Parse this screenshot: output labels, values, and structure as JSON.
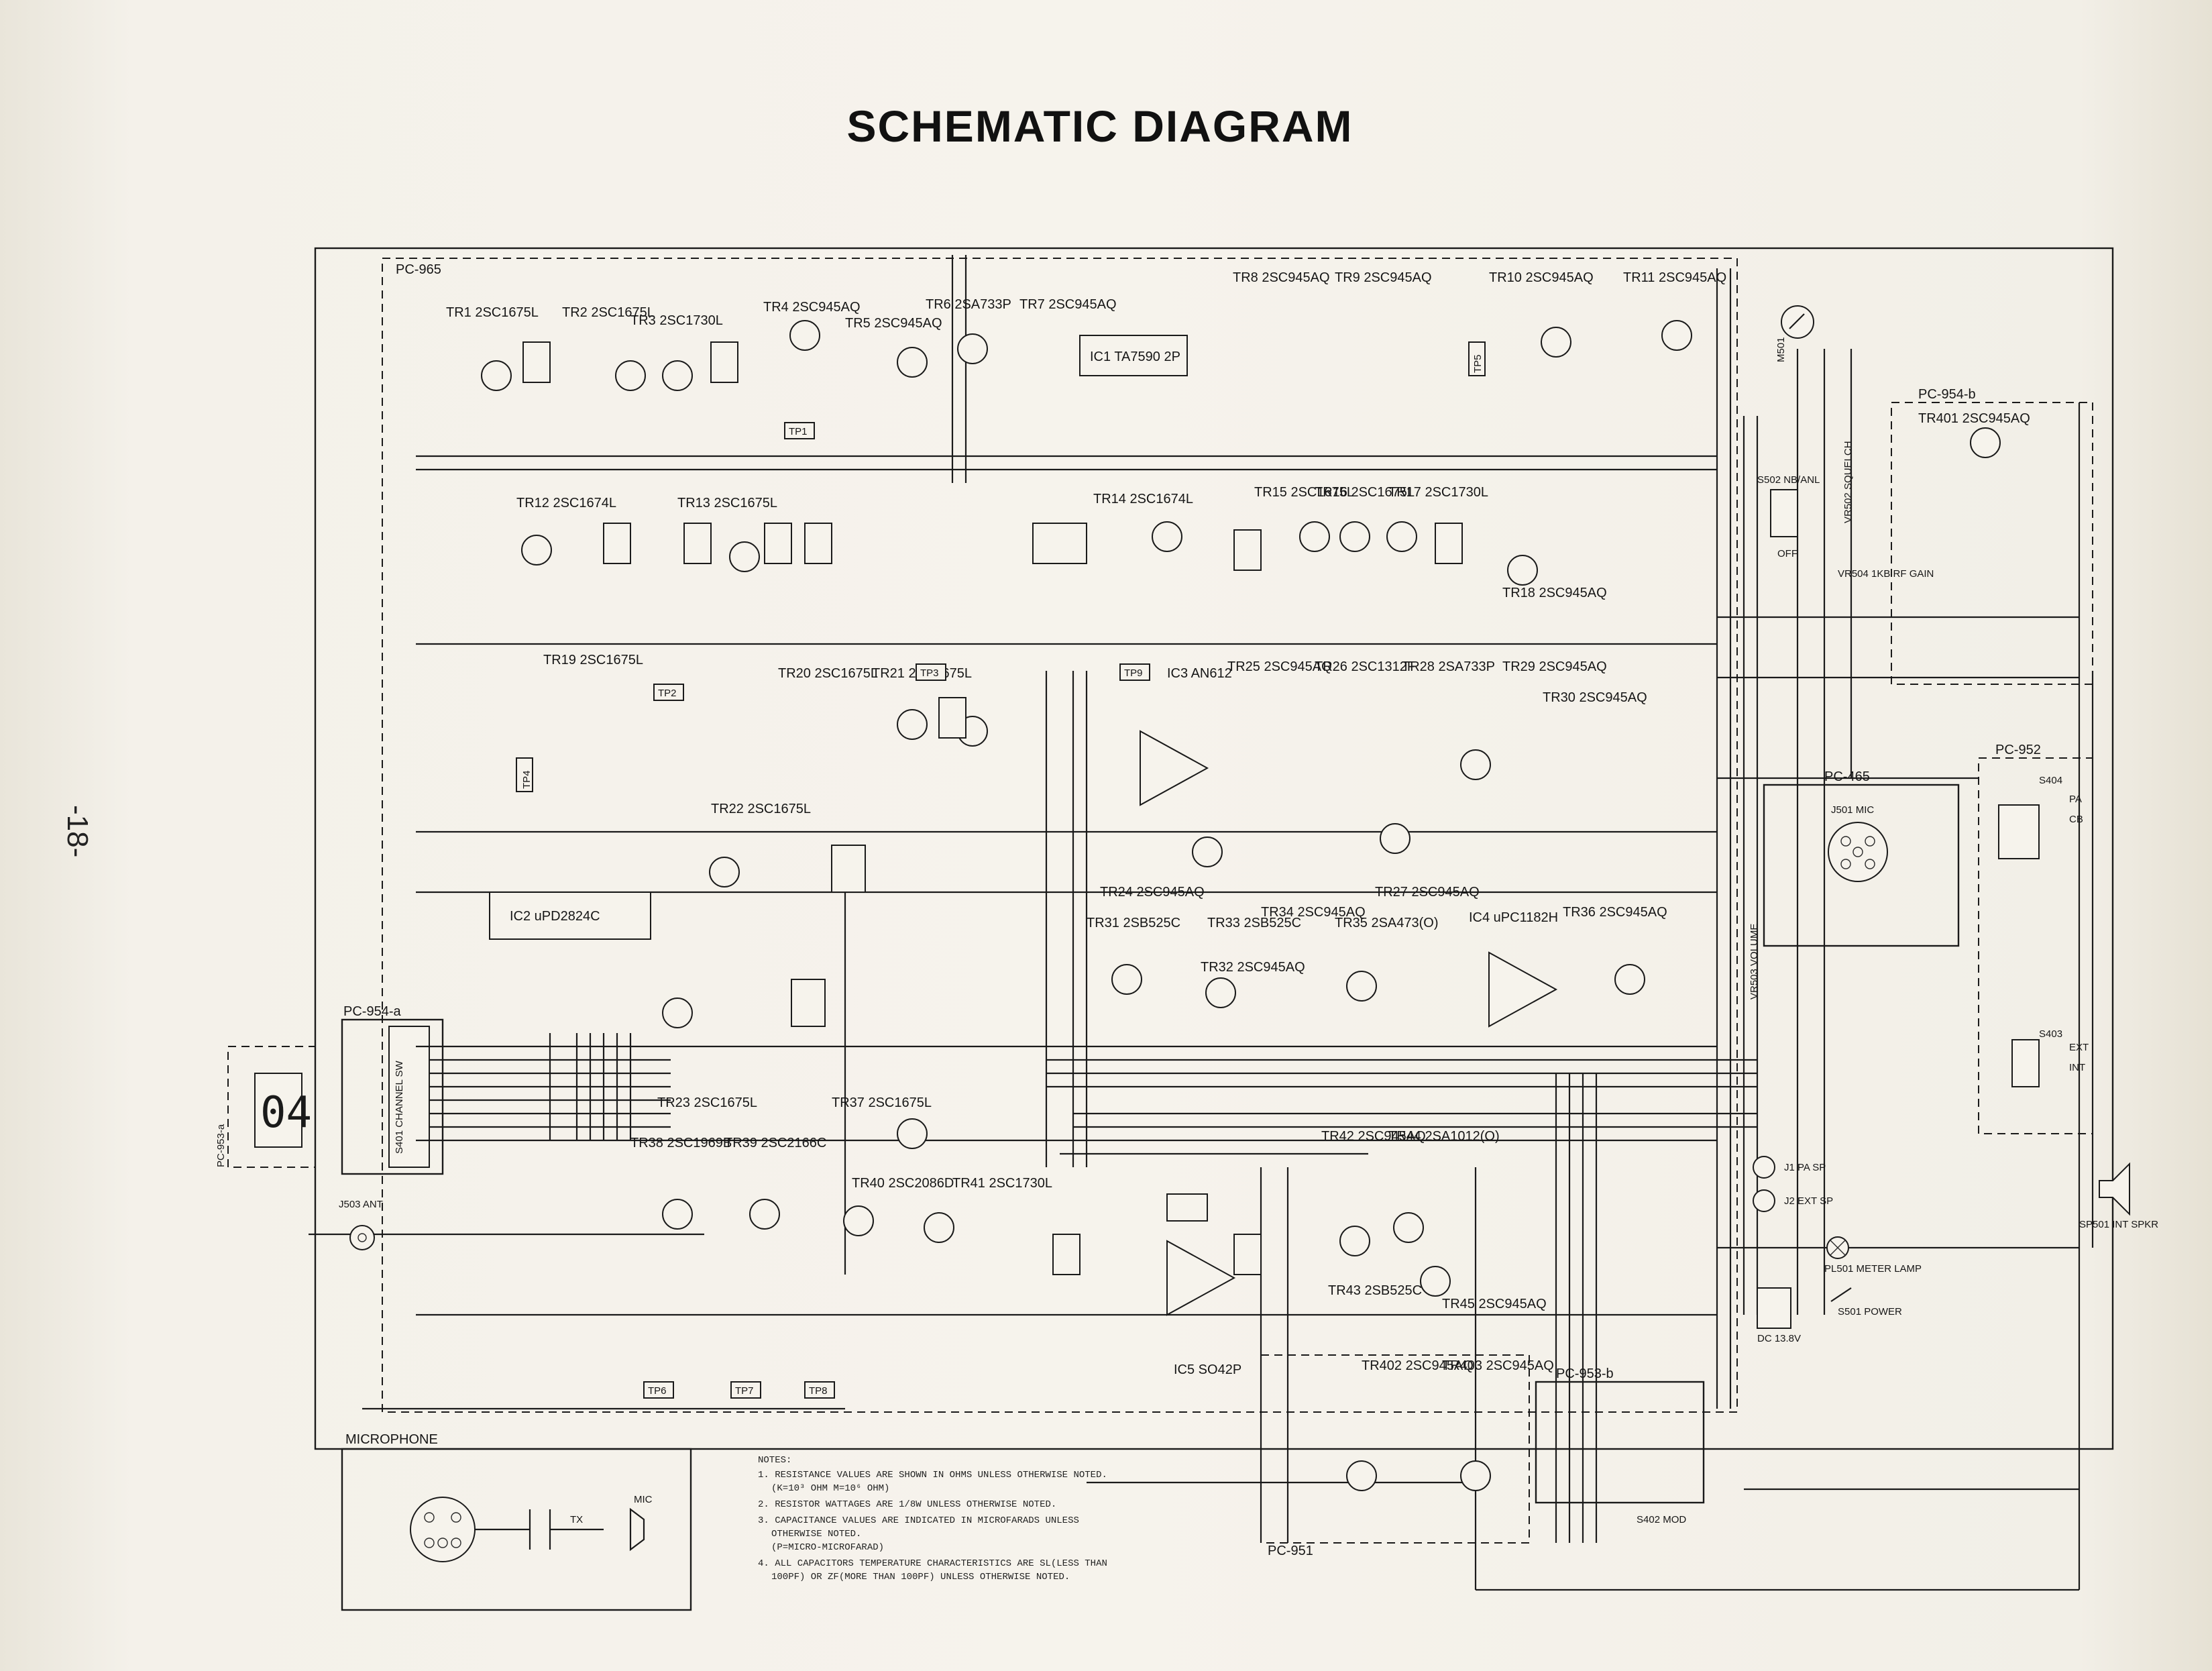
{
  "title": "SCHEMATIC DIAGRAM",
  "page_number": "-18-",
  "boards": {
    "main": "PC-965",
    "pc954a": "PC-954-a",
    "pc954b": "PC-954-b",
    "pc953a": "PC-953-a",
    "pc953b": "PC-953-b",
    "pc952": "PC-952",
    "pc465": "PC-465",
    "pc951": "PC-951",
    "microphone": "MICROPHONE"
  },
  "display": "04",
  "transistors": [
    "TR1 2SC1675L",
    "TR2 2SC1675L",
    "TR3 2SC1730L",
    "TR4 2SC945AQ",
    "TR5 2SC945AQ",
    "TR6 2SA733P",
    "TR7 2SC945AQ",
    "TR8 2SC945AQ",
    "TR9 2SC945AQ",
    "TR10 2SC945AQ",
    "TR11 2SC945AQ",
    "TR12 2SC1674L",
    "TR13 2SC1675L",
    "TR14 2SC1674L",
    "TR15 2SC1675L",
    "TR16 2SC1675L",
    "TR17 2SC1730L",
    "TR18 2SC945AQ",
    "TR19 2SC1675L",
    "TR20 2SC1675L",
    "TR21 2SC1675L",
    "TR22 2SC1675L",
    "TR23 2SC1675L",
    "TR24 2SC945AQ",
    "TR25 2SC945AQ",
    "TR26 2SC1312F",
    "TR27 2SC945AQ",
    "TR28 2SA733P",
    "TR29 2SC945AQ",
    "TR30 2SC945AQ",
    "TR31 2SB525C",
    "TR32 2SC945AQ",
    "TR33 2SB525C",
    "TR34 2SC945AQ",
    "TR35 2SA473(O)",
    "TR36 2SC945AQ",
    "TR37 2SC1675L",
    "TR38 2SC1969B",
    "TR39 2SC2166C",
    "TR40 2SC2086D",
    "TR41 2SC1730L",
    "TR42 2SC945AQ",
    "TR43 2SB525C",
    "TR44 2SA1012(O)",
    "TR45 2SC945AQ",
    "TR401 2SC945AQ",
    "TR402 2SC945AQ",
    "TR403 2SC945AQ"
  ],
  "ics": {
    "ic1": "IC1 TA7590 2P",
    "ic2": "IC2 uPD2824C",
    "ic3": "IC3 AN612",
    "ic4": "IC4 uPC1182H",
    "ic5": "IC5 SO42P"
  },
  "test_points": [
    "TP1",
    "TP2",
    "TP3",
    "TP4",
    "TP5",
    "TP6",
    "TP7",
    "TP8",
    "TP9"
  ],
  "connectors": {
    "ant": "J503 ANT",
    "mic": "J501 MIC",
    "pa_sp": "J1 PA SP",
    "ext_sp": "J2 EXT SP",
    "spkr": "SP501 INT SPKR",
    "meter_lamp": "PL501 METER LAMP",
    "power": "S501 POWER",
    "dc": "DC 13.8V",
    "meter": "M501",
    "rf_gain": "VR504 1KB RF GAIN",
    "volume": "VR503 VOLUME",
    "squelch": "VR502 SQUELCH",
    "nb_anl": "S502 NB/ANL",
    "off": "OFF",
    "ch_sw": "S401 CHANNEL SW",
    "s404": "S404",
    "s403": "S403",
    "mod": "S402 MOD",
    "pa": "PA",
    "cb": "CB",
    "ext": "EXT",
    "int": "INT",
    "tx": "TX",
    "mic_label": "MIC"
  },
  "notes": [
    "NOTES:",
    "1. RESISTANCE VALUES ARE SHOWN IN OHMS UNLESS OTHERWISE NOTED.",
    "   (K=10³ OHM  M=10⁶ OHM)",
    "2. RESISTOR WATTAGES ARE 1/8W UNLESS OTHERWISE NOTED.",
    "3. CAPACITANCE VALUES ARE INDICATED IN MICROFARADS UNLESS",
    "   OTHERWISE NOTED.",
    "   (P=MICRO-MICROFARAD)",
    "4. ALL CAPACITORS TEMPERATURE CHARACTERISTICS ARE SL(LESS THAN",
    "   100PF) OR ZF(MORE THAN 100PF) UNLESS OTHERWISE NOTED."
  ]
}
